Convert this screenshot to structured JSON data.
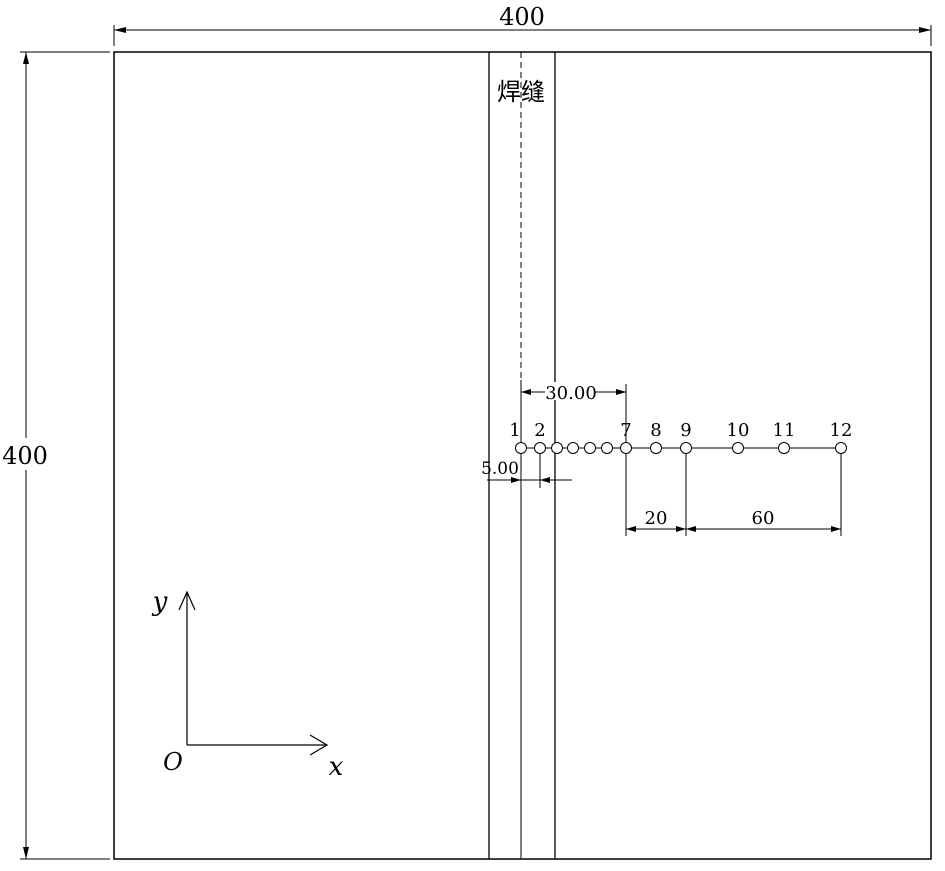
{
  "dimensions": {
    "plate_width": "400",
    "plate_height": "400",
    "spacing_start": "30.00",
    "weld_offset": "5.00",
    "spacing_mid": "20",
    "spacing_end": "60"
  },
  "weld_label": "焊缝",
  "axes": {
    "y_label": "y",
    "x_label": "x",
    "origin_label": "O"
  },
  "points": [
    {
      "label": "1"
    },
    {
      "label": "2"
    },
    {
      "label": ""
    },
    {
      "label": ""
    },
    {
      "label": ""
    },
    {
      "label": ""
    },
    {
      "label": "7"
    },
    {
      "label": "8"
    },
    {
      "label": "9"
    },
    {
      "label": "10"
    },
    {
      "label": "11"
    },
    {
      "label": "12"
    }
  ]
}
